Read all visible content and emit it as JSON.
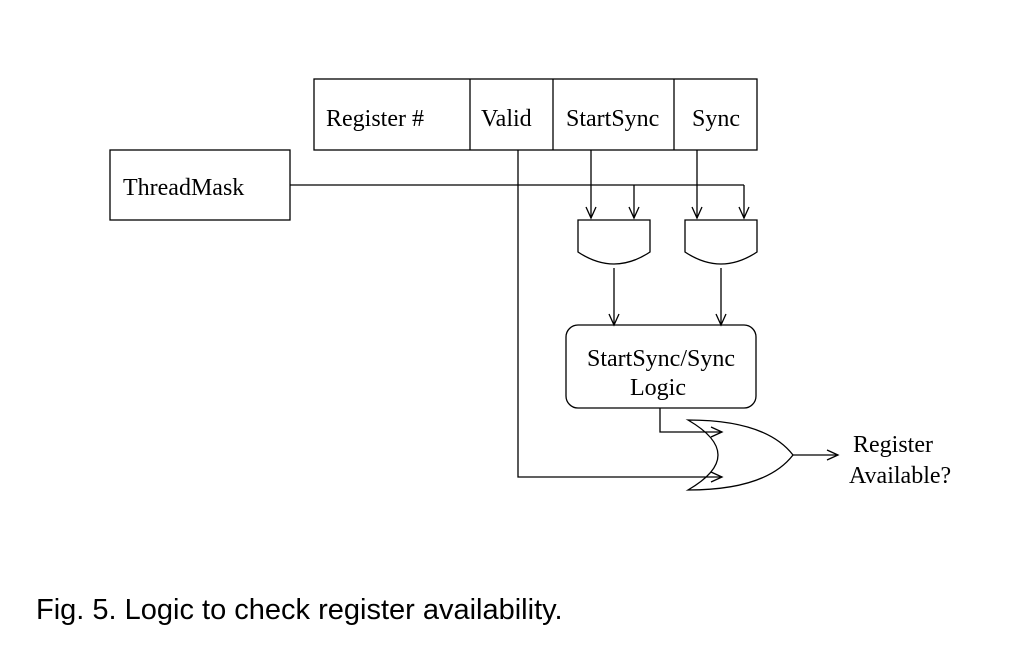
{
  "diagram": {
    "register_fields": [
      "Register #",
      "Valid",
      "StartSync",
      "Sync"
    ],
    "thread_mask_label": "ThreadMask",
    "logic_block_line1": "StartSync/Sync",
    "logic_block_line2": "Logic",
    "output_line1": "Register",
    "output_line2": "Available?"
  },
  "caption": "Fig. 5. Logic to check register availability."
}
